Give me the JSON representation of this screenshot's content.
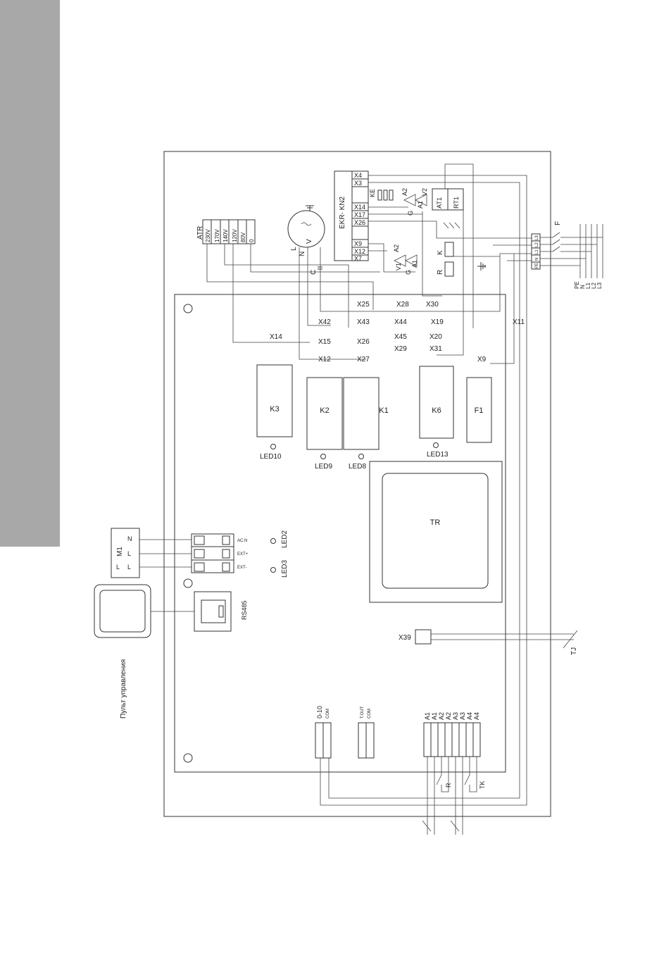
{
  "labels": {
    "atr": "ATR",
    "atr_taps": [
      "230V",
      "170V",
      "140V",
      "120V",
      "80V",
      "0"
    ],
    "ekr": "EKR- KN2",
    "ekr_pins_top": [
      "X4",
      "X3"
    ],
    "ekr_pins_mid": [
      "X14",
      "X17",
      "X26"
    ],
    "ekr_pins_bot": [
      "X9",
      "X12",
      "X7"
    ],
    "ke": "KE",
    "v2": "V2",
    "v1": "V1",
    "a2": "A2",
    "a1": "A1",
    "g": "G",
    "at1": "AT1",
    "rt1": "RT1",
    "k": "K",
    "r": "R",
    "fan_l": "L",
    "fan_n": "N",
    "fan_v": "V",
    "fan_c": "C",
    "f_ext": "F",
    "terminal_block": [
      "PE",
      "N",
      "L1",
      "L2",
      "L3"
    ],
    "mains": [
      "PE",
      "N",
      "L1",
      "L2",
      "L3"
    ],
    "pcb_connectors": [
      "X25",
      "X28",
      "X30",
      "X42",
      "X43",
      "X44",
      "X19",
      "X11",
      "X14",
      "X15",
      "X26",
      "X45",
      "X20",
      "X29",
      "X31",
      "X12",
      "X27",
      "X9"
    ],
    "relays": [
      "K3",
      "K2",
      "K1",
      "K6",
      "F1"
    ],
    "leds": [
      "LED10",
      "LED9",
      "LED8",
      "LED13",
      "LED2",
      "LED3"
    ],
    "transformer": "TR",
    "m1": "M1",
    "m1_pins": [
      "N",
      "L",
      "L"
    ],
    "m1_pins_right": [
      "N",
      "L",
      "L"
    ],
    "ext_terms": [
      "AC.N",
      "EXT+",
      "EXT-"
    ],
    "rs485": "RS485",
    "x39": "X39",
    "tj": "TJ",
    "control_panel": "Пульт управления",
    "analog_in": "0-10",
    "com1": "COM",
    "tout": "T.OUT",
    "com2": "COM",
    "a_terms": [
      "A1",
      "A1",
      "A2",
      "A2",
      "A3",
      "A3",
      "A4",
      "A4"
    ],
    "r_contact": "R",
    "tk_contact": "TK"
  }
}
